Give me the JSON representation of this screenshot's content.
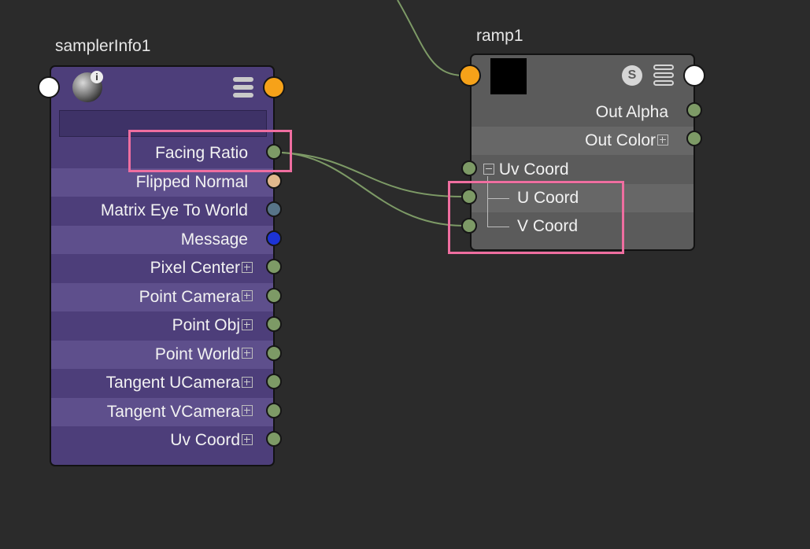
{
  "sampler_node": {
    "title": "samplerInfo1",
    "info_badge": "i",
    "attributes": [
      {
        "label": "Facing Ratio",
        "port": "green",
        "expand": false
      },
      {
        "label": "Flipped Normal",
        "port": "tan",
        "expand": false
      },
      {
        "label": "Matrix Eye To World",
        "port": "slate",
        "expand": false
      },
      {
        "label": "Message",
        "port": "blue",
        "expand": false
      },
      {
        "label": "Pixel Center",
        "port": "green",
        "expand": true
      },
      {
        "label": "Point Camera",
        "port": "green",
        "expand": true
      },
      {
        "label": "Point Obj",
        "port": "green",
        "expand": true
      },
      {
        "label": "Point World",
        "port": "green",
        "expand": true
      },
      {
        "label": "Tangent UCamera",
        "port": "green",
        "expand": true
      },
      {
        "label": "Tangent VCamera",
        "port": "green",
        "expand": true
      },
      {
        "label": "Uv Coord",
        "port": "green",
        "expand": true
      }
    ]
  },
  "ramp_node": {
    "title": "ramp1",
    "swatch_badge": "S",
    "attributes": {
      "out_alpha": "Out Alpha",
      "out_color": "Out Color",
      "uv_coord": "Uv Coord",
      "u_coord": "U Coord",
      "v_coord": "V Coord"
    }
  },
  "colors": {
    "background": "#2b2b2b",
    "sampler_body": "#4d3e7a",
    "ramp_body": "#5b5b5b",
    "connection": "#7d9a66",
    "highlight": "#ef6ea0",
    "port_orange": "#f6a219"
  }
}
